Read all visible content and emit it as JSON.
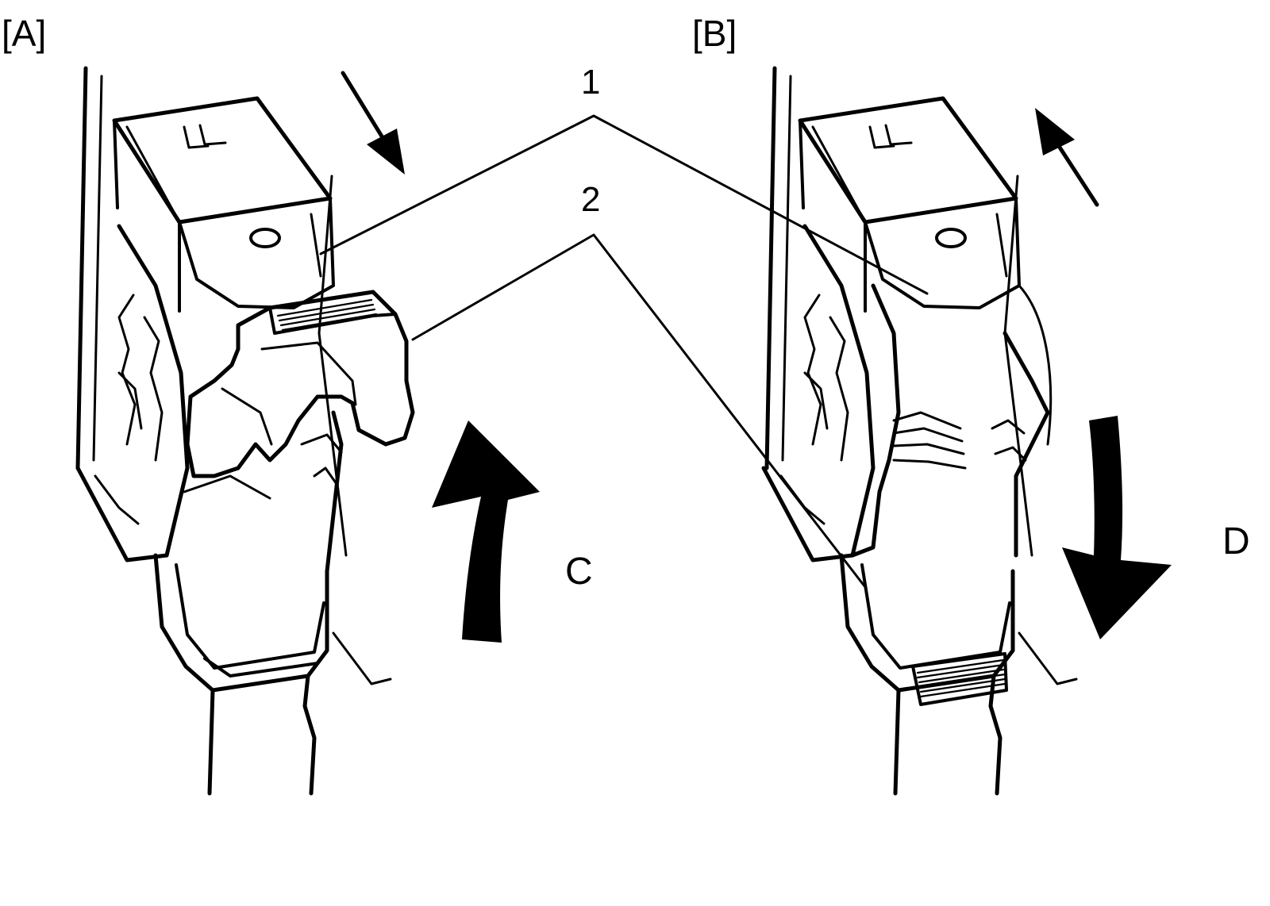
{
  "panels": {
    "a_label": "[A]",
    "b_label": "[B]"
  },
  "callouts": {
    "one": "1",
    "two": "2"
  },
  "directions": {
    "c": "C",
    "d": "D"
  },
  "colors": {
    "ink": "#000000",
    "paper": "#ffffff"
  }
}
